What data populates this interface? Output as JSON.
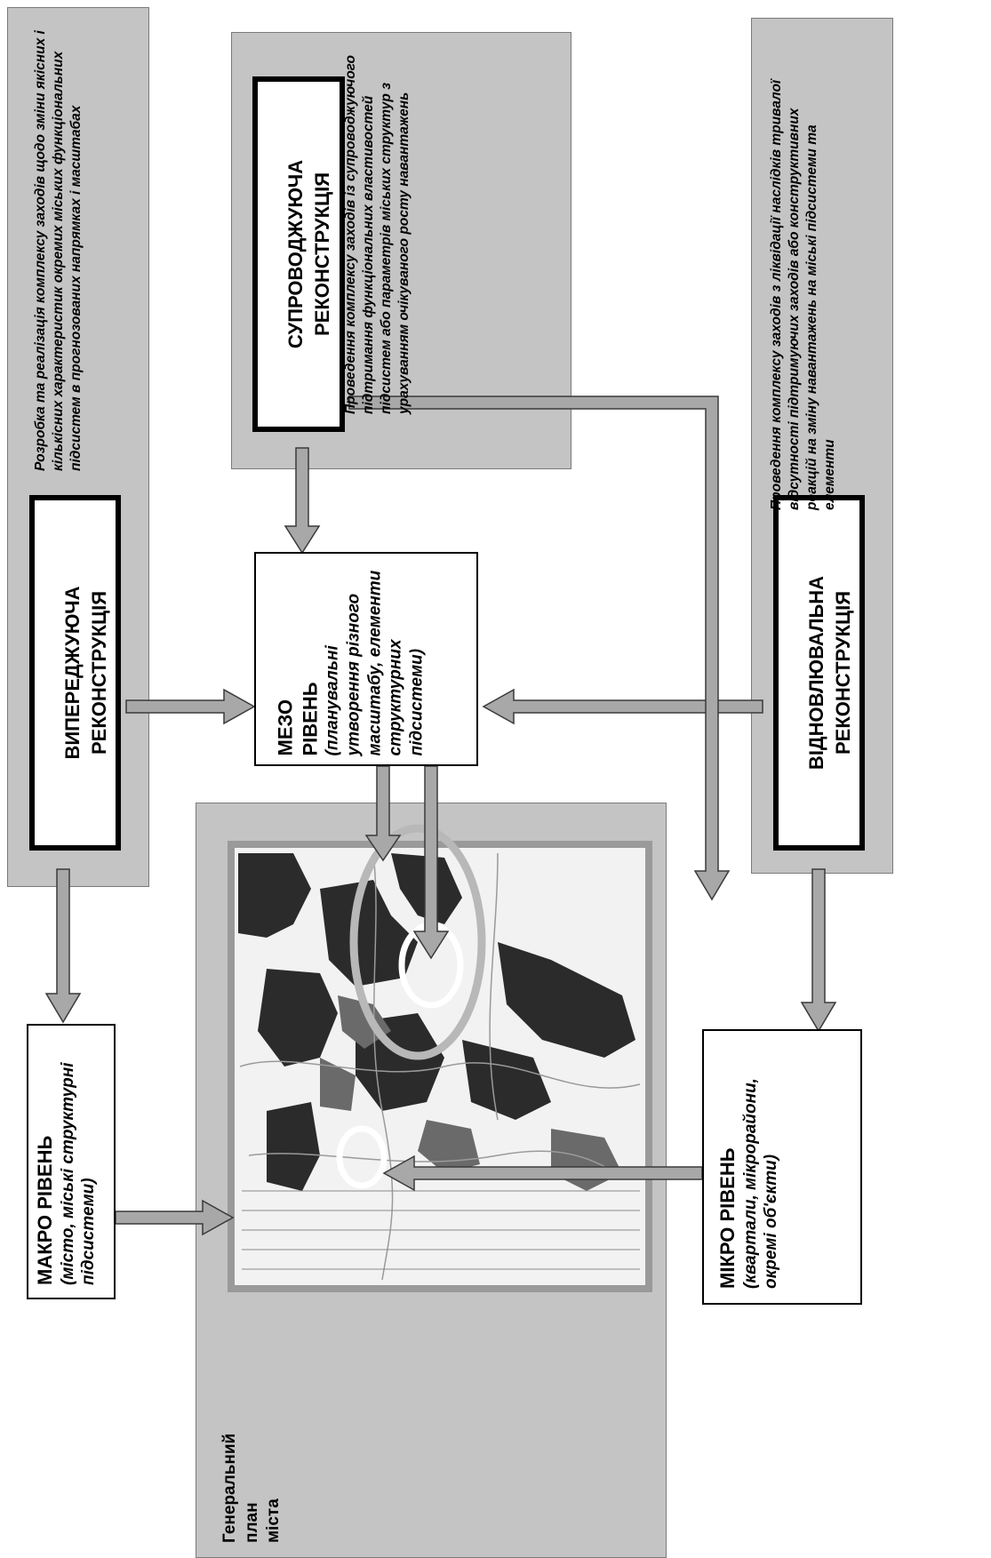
{
  "advance": {
    "title": "ВИПЕРЕДЖУЮЧА\nРЕКОНСТРУКЦІЯ",
    "description": "Розробка та реалізація комплексу заходів щодо зміни якісних і кількісних характеристик окремих міських функціональних підсистем в прогнозованих напрямках і масштабах"
  },
  "accompanying": {
    "title": "СУПРОВОДЖУЮЧА\nРЕКОНСТРУКЦІЯ",
    "description": "Проведення комплексу заходів із супроводжуючого підтримання функціональних властивостей підсистем або параметрів міських структур з урахуванням очікуваного росту навантажень"
  },
  "restorative": {
    "title": "ВІДНОВЛЮВАЛЬНА\nРЕКОНСТРУКЦІЯ",
    "description": "Проведення комплексу заходів з ліквідації наслідків тривалої відсутності підтримуючих заходів або конструктивних реакцій на зміну навантажень на міські підсистеми та елементи"
  },
  "meso": {
    "title": "МЕЗО\nРІВЕНЬ",
    "description": "(планувальні утворення різного масштабу, елементи структурних підсистеми)"
  },
  "macro": {
    "title": "МАКРО РІВЕНЬ",
    "description": "(місто, міські структурні підсистеми)"
  },
  "micro": {
    "title": "МІКРО РІВЕНЬ",
    "description": "(квартали, мікрорайони, окремі об'єкти)"
  },
  "master_plan": {
    "caption": "Генеральний\nплан\nміста"
  },
  "colors": {
    "panel": "#c4c4c4",
    "arrow": "#a8a8a8",
    "map_dark": "#2b2b2b",
    "ellipse": "#b8b8b8"
  }
}
